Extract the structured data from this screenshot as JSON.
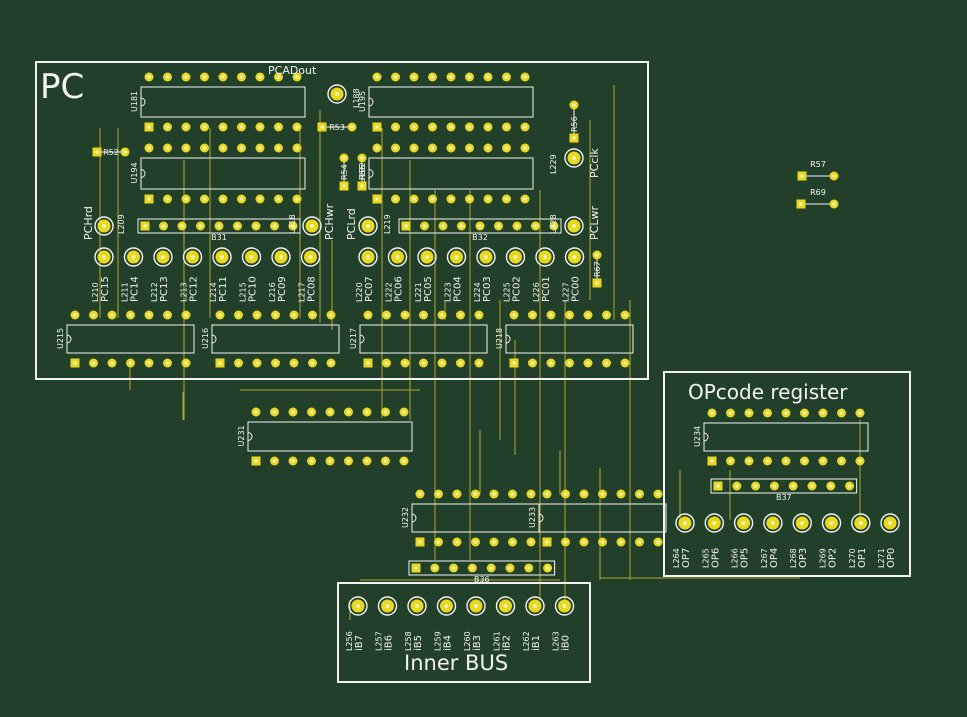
{
  "colors": {
    "board": "#224029",
    "silkscreen": "#f2f2f2",
    "pad": "#e8d81e",
    "drill": "#f5efc0",
    "trace": "#c8b83a"
  },
  "sections": {
    "pc": {
      "title": "PC"
    },
    "opcode": {
      "title": "OPcode register"
    },
    "bus": {
      "title": "Inner BUS"
    }
  },
  "chips": [
    {
      "ref": "U181",
      "pins": 9
    },
    {
      "ref": "U195",
      "pins": 9
    },
    {
      "ref": "U194",
      "pins": 9
    },
    {
      "ref": "U182",
      "pins": 9
    },
    {
      "ref": "U215",
      "pins": 7
    },
    {
      "ref": "U216",
      "pins": 7
    },
    {
      "ref": "U217",
      "pins": 7
    },
    {
      "ref": "U218",
      "pins": 7
    },
    {
      "ref": "U231",
      "pins": 9
    },
    {
      "ref": "U232",
      "pins": 7
    },
    {
      "ref": "U233",
      "pins": 7
    },
    {
      "ref": "U234",
      "pins": 9
    }
  ],
  "headers": [
    {
      "ref": "B31",
      "pins": 9
    },
    {
      "ref": "B32",
      "pins": 9
    },
    {
      "ref": "B37",
      "pins": 8
    },
    {
      "ref": "B36",
      "pins": 8
    }
  ],
  "resistors": [
    {
      "ref": "R52"
    },
    {
      "ref": "R53"
    },
    {
      "ref": "R54"
    },
    {
      "ref": "R55"
    },
    {
      "ref": "R56"
    },
    {
      "ref": "R67"
    },
    {
      "ref": "R57"
    },
    {
      "ref": "R69"
    }
  ],
  "leds": {
    "pc_low": [
      {
        "ref": "L210",
        "label": "PC15"
      },
      {
        "ref": "L211",
        "label": "PC14"
      },
      {
        "ref": "L212",
        "label": "PC13"
      },
      {
        "ref": "L213",
        "label": "PC12"
      },
      {
        "ref": "L214",
        "label": "PC11"
      },
      {
        "ref": "L215",
        "label": "PC10"
      },
      {
        "ref": "L216",
        "label": "PC09"
      },
      {
        "ref": "L217",
        "label": "PC08"
      }
    ],
    "pc_high": [
      {
        "ref": "L220",
        "label": "PC07"
      },
      {
        "ref": "L222",
        "label": "PC06"
      },
      {
        "ref": "L221",
        "label": "PC05"
      },
      {
        "ref": "L223",
        "label": "PC04"
      },
      {
        "ref": "L224",
        "label": "PC03"
      },
      {
        "ref": "L225",
        "label": "PC02"
      },
      {
        "ref": "L226",
        "label": "PC01"
      },
      {
        "ref": "L227",
        "label": "PC00"
      }
    ],
    "control": [
      {
        "ref": "L209",
        "label": "PCHrd"
      },
      {
        "ref": "L218",
        "label": "PCHwr"
      },
      {
        "ref": "L219",
        "label": "PCLrd"
      },
      {
        "ref": "L228",
        "label": "PCLwr"
      },
      {
        "ref": "L229",
        "label": "PCclk"
      },
      {
        "ref": "L188",
        "label": "PCADout"
      }
    ],
    "opcode": [
      {
        "ref": "L264",
        "label": "OP7"
      },
      {
        "ref": "L265",
        "label": "OP6"
      },
      {
        "ref": "L266",
        "label": "OP5"
      },
      {
        "ref": "L267",
        "label": "OP4"
      },
      {
        "ref": "L268",
        "label": "OP3"
      },
      {
        "ref": "L269",
        "label": "OP2"
      },
      {
        "ref": "L270",
        "label": "OP1"
      },
      {
        "ref": "L271",
        "label": "OP0"
      }
    ],
    "bus": [
      {
        "ref": "L256",
        "label": "iB7"
      },
      {
        "ref": "L257",
        "label": "iB6"
      },
      {
        "ref": "L258",
        "label": "iB5"
      },
      {
        "ref": "L259",
        "label": "iB4"
      },
      {
        "ref": "L260",
        "label": "iB3"
      },
      {
        "ref": "L261",
        "label": "iB2"
      },
      {
        "ref": "L262",
        "label": "iB1"
      },
      {
        "ref": "L263",
        "label": "iB0"
      }
    ]
  }
}
